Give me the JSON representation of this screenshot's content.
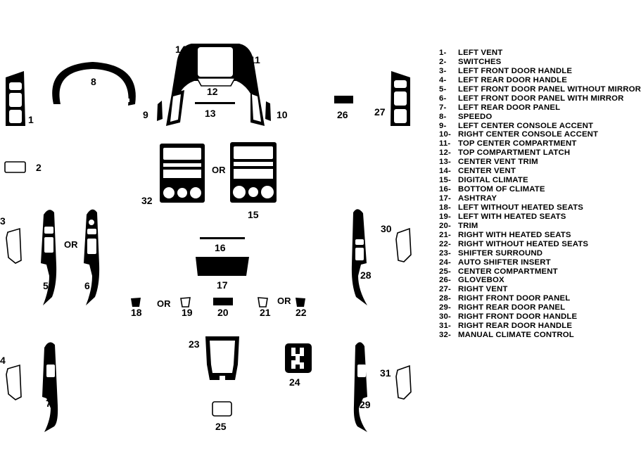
{
  "separator": "OR",
  "callouts": [
    "1",
    "2",
    "3",
    "4",
    "5",
    "6",
    "7",
    "8",
    "9",
    "10",
    "11",
    "12",
    "13",
    "14",
    "15",
    "16",
    "17",
    "18",
    "19",
    "20",
    "21",
    "22",
    "23",
    "24",
    "25",
    "26",
    "27",
    "28",
    "29",
    "30",
    "31",
    "32"
  ],
  "legend": [
    {
      "num": "1-",
      "label": "LEFT VENT"
    },
    {
      "num": "2-",
      "label": "SWITCHES"
    },
    {
      "num": "3-",
      "label": "LEFT FRONT DOOR HANDLE"
    },
    {
      "num": "4-",
      "label": "LEFT REAR DOOR HANDLE"
    },
    {
      "num": "5-",
      "label": "LEFT FRONT DOOR PANEL WITHOUT MIRROR"
    },
    {
      "num": "6-",
      "label": "LEFT FRONT DOOR PANEL WITH MIRROR"
    },
    {
      "num": "7-",
      "label": "LEFT REAR DOOR PANEL"
    },
    {
      "num": "8-",
      "label": "SPEEDO"
    },
    {
      "num": "9-",
      "label": "LEFT CENTER CONSOLE ACCENT"
    },
    {
      "num": "10-",
      "label": "RIGHT CENTER CONSOLE ACCENT"
    },
    {
      "num": "11-",
      "label": "TOP CENTER COMPARTMENT"
    },
    {
      "num": "12-",
      "label": "TOP COMPARTMENT LATCH"
    },
    {
      "num": "13-",
      "label": "CENTER VENT TRIM"
    },
    {
      "num": "14-",
      "label": "CENTER VENT"
    },
    {
      "num": "15-",
      "label": "DIGITAL CLIMATE"
    },
    {
      "num": "16-",
      "label": "BOTTOM OF CLIMATE"
    },
    {
      "num": "17-",
      "label": "ASHTRAY"
    },
    {
      "num": "18-",
      "label": "LEFT WITHOUT HEATED SEATS"
    },
    {
      "num": "19-",
      "label": "LEFT WITH HEATED SEATS"
    },
    {
      "num": "20-",
      "label": "TRIM"
    },
    {
      "num": "21-",
      "label": "RIGHT WITH HEATED SEATS"
    },
    {
      "num": "22-",
      "label": "RIGHT WITHOUT HEATED SEATS"
    },
    {
      "num": "23-",
      "label": "SHIFTER SURROUND"
    },
    {
      "num": "24-",
      "label": "AUTO SHIFTER INSERT"
    },
    {
      "num": "25-",
      "label": "CENTER COMPARTMENT"
    },
    {
      "num": "26-",
      "label": "GLOVEBOX"
    },
    {
      "num": "27-",
      "label": "RIGHT VENT"
    },
    {
      "num": "28-",
      "label": "RIGHT FRONT DOOR PANEL"
    },
    {
      "num": "29-",
      "label": "RIGHT REAR DOOR PANEL"
    },
    {
      "num": "30-",
      "label": "RIGHT FRONT DOOR HANDLE"
    },
    {
      "num": "31-",
      "label": "RIGHT REAR DOOR HANDLE"
    },
    {
      "num": "32-",
      "label": "MANUAL CLIMATE CONTROL"
    }
  ]
}
